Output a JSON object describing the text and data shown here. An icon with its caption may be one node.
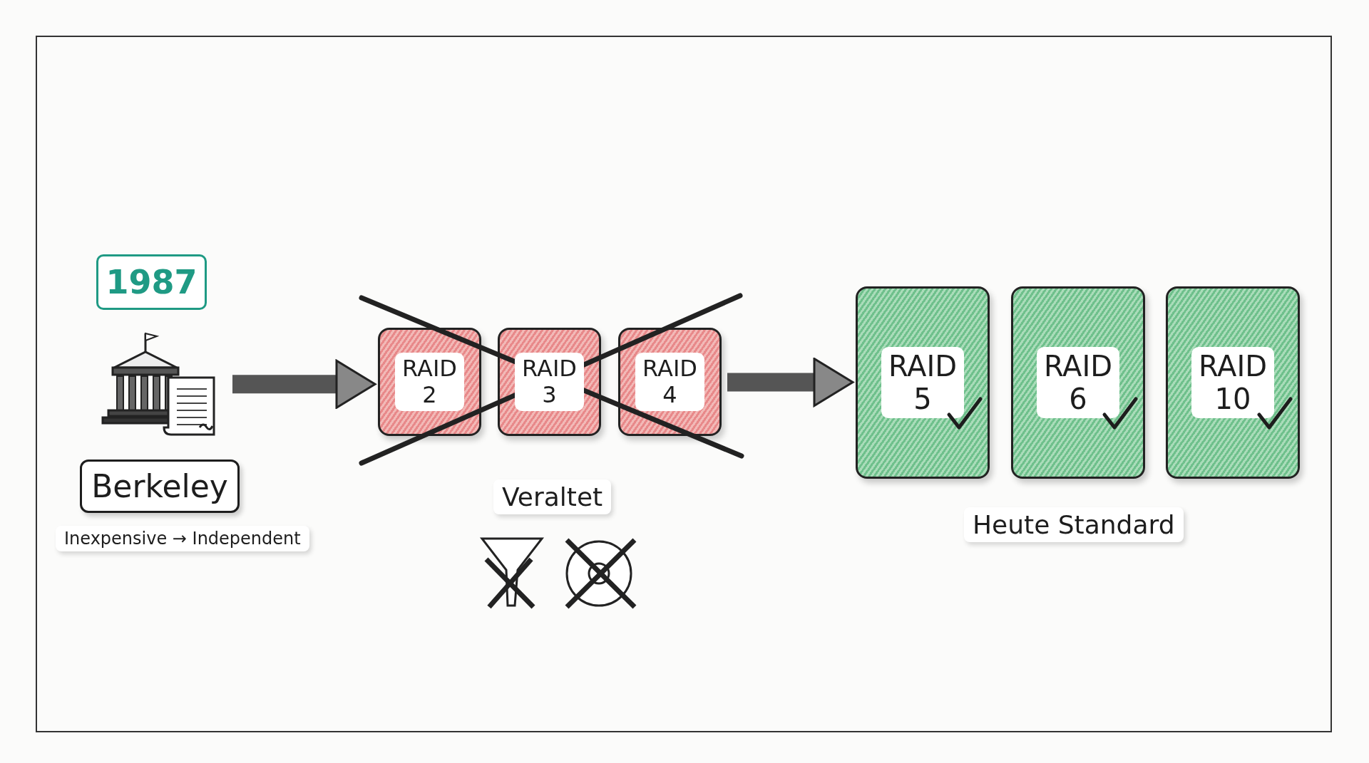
{
  "diagram": {
    "nodes": [
      {
        "text": [
          "1987"
        ]
      },
      {
        "text": [],
        "shape": "picture"
      },
      {
        "text": [
          "Berkeley"
        ]
      },
      {
        "text": [
          "RAID 2"
        ]
      },
      {
        "text": [
          "RAID 3"
        ]
      },
      {
        "text": [
          "RAID 4"
        ]
      },
      {
        "text": [
          "RAID 5"
        ]
      },
      {
        "text": [
          "RAID 6"
        ]
      },
      {
        "text": [
          "RAID 10"
        ]
      }
    ],
    "edges": [
      {
        "from": 1,
        "to": 3,
        "arrow": "to"
      },
      {
        "from": 5,
        "to": 6,
        "arrow": "to"
      }
    ],
    "labels": [
      "Inexpensive → Independent",
      "Veraltet",
      "Heute Standard"
    ]
  }
}
